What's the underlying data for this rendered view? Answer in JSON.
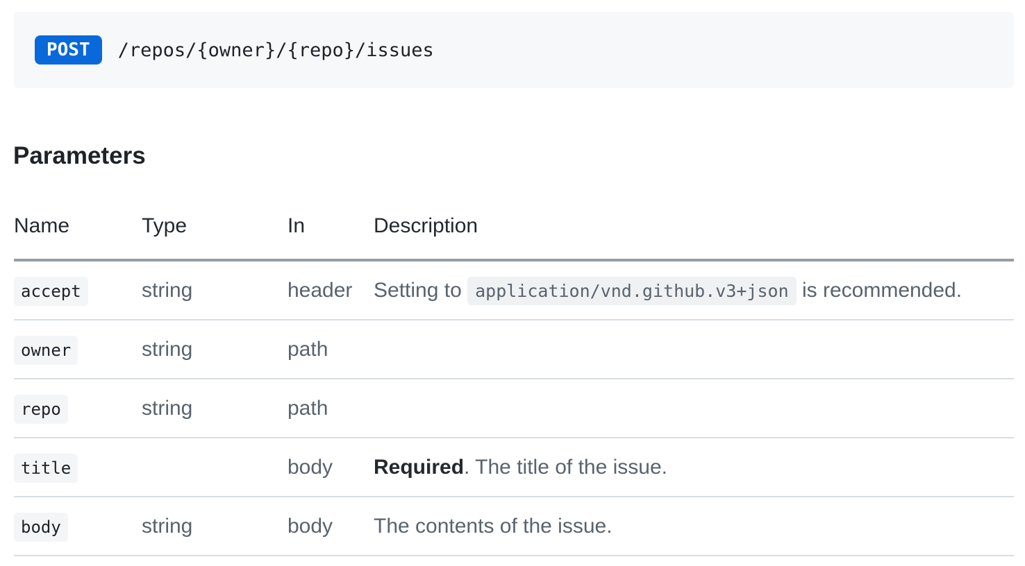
{
  "endpoint": {
    "method": "POST",
    "path": "/repos/{owner}/{repo}/issues"
  },
  "parameters_section": {
    "title": "Parameters",
    "columns": [
      "Name",
      "Type",
      "In",
      "Description"
    ],
    "rows": [
      {
        "name": "accept",
        "type": "string",
        "in": "header",
        "description": [
          {
            "style": "text",
            "text": "Setting to "
          },
          {
            "style": "code",
            "text": "application/vnd.github.v3+json"
          },
          {
            "style": "text",
            "text": " is recommended."
          }
        ]
      },
      {
        "name": "owner",
        "type": "string",
        "in": "path",
        "description": []
      },
      {
        "name": "repo",
        "type": "string",
        "in": "path",
        "description": []
      },
      {
        "name": "title",
        "type": "",
        "in": "body",
        "description": [
          {
            "style": "strong",
            "text": "Required"
          },
          {
            "style": "text",
            "text": ". The title of the issue."
          }
        ]
      },
      {
        "name": "body",
        "type": "string",
        "in": "body",
        "description": [
          {
            "style": "text",
            "text": "The contents of the issue."
          }
        ]
      }
    ]
  },
  "colors": {
    "method_badge_bg": "#0969da",
    "method_badge_text": "#ffffff",
    "endpoint_bar_bg": "#f6f8fa",
    "table_header_border": "#959da5",
    "row_border": "#d8dee4",
    "text_dark": "#1f2328",
    "text_muted": "#59636e",
    "inline_code_bg": "#eff1f3"
  }
}
